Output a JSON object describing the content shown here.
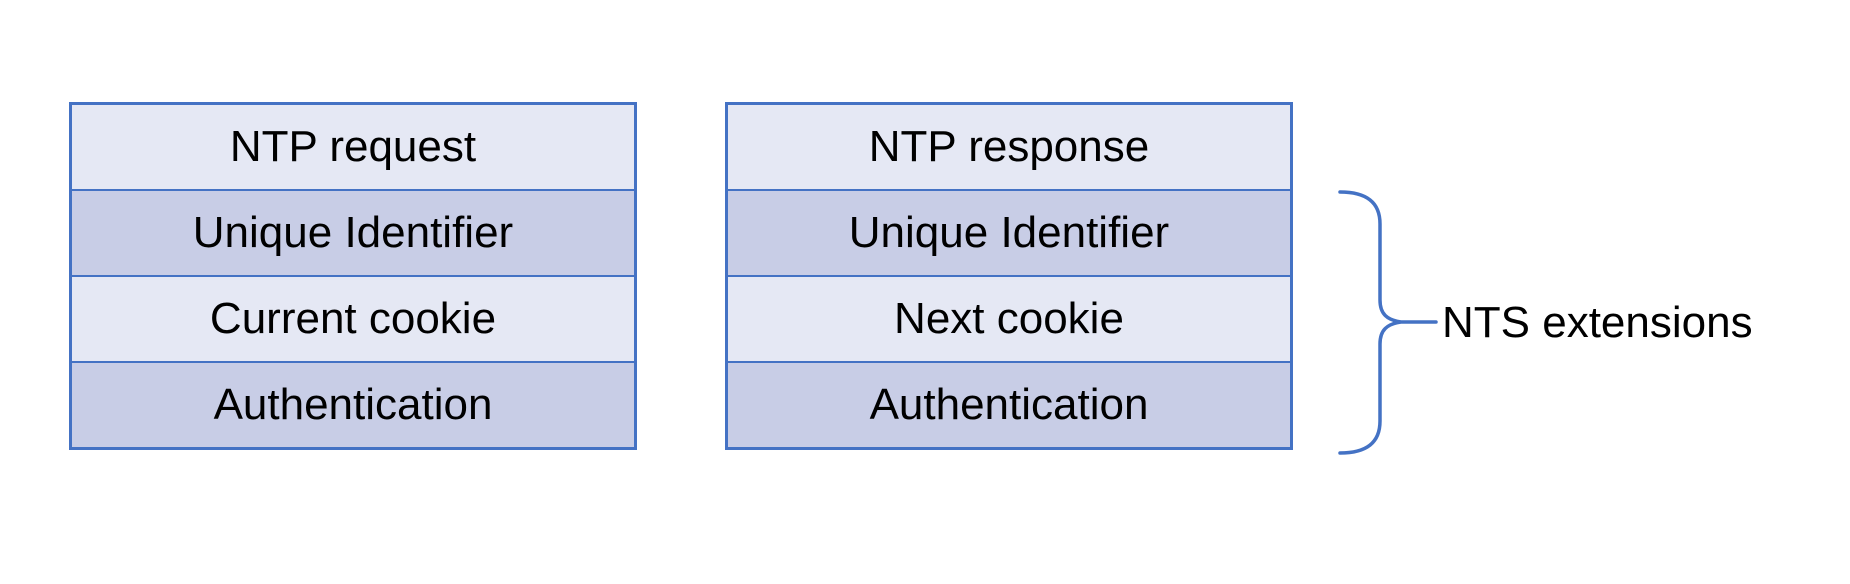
{
  "request_table": {
    "rows": [
      {
        "label": "NTP request",
        "band": "light"
      },
      {
        "label": "Unique Identifier",
        "band": "dark"
      },
      {
        "label": "Current cookie",
        "band": "light"
      },
      {
        "label": "Authentication",
        "band": "dark"
      }
    ]
  },
  "response_table": {
    "rows": [
      {
        "label": "NTP response",
        "band": "light"
      },
      {
        "label": "Unique Identifier",
        "band": "dark"
      },
      {
        "label": "Next cookie",
        "band": "light"
      },
      {
        "label": "Authentication",
        "band": "dark"
      }
    ]
  },
  "brace": {
    "label": "NTS extensions",
    "spans_rows": [
      "Unique Identifier",
      "Next cookie",
      "Authentication"
    ]
  },
  "colors": {
    "row_light": "#E5E8F4",
    "row_dark": "#C8CDE6",
    "table_border": "#4472C4",
    "brace": "#4472C4",
    "text": "#000000",
    "background": "#FFFFFF"
  }
}
